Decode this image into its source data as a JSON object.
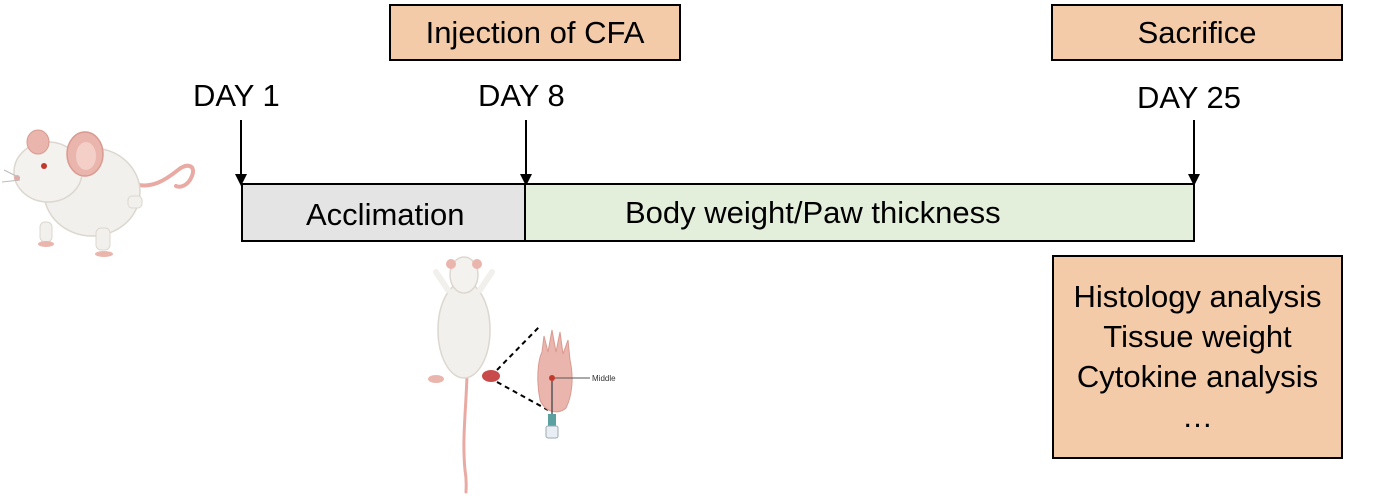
{
  "events": {
    "injection": "Injection of CFA",
    "sacrifice": "Sacrifice"
  },
  "days": {
    "day1": "DAY 1",
    "day8": "DAY 8",
    "day25": "DAY 25"
  },
  "phases": {
    "acclimation": "Acclimation",
    "measurement": "Body weight/Paw thickness"
  },
  "analyses": [
    "Histology analysis",
    "Tissue weight",
    "Cytokine analysis",
    "…"
  ],
  "illustration": {
    "paw_label": "Middle"
  },
  "colors": {
    "peach": "#f4cba9",
    "acclimation_fill": "#e4e4e4",
    "measurement_fill": "#e3efdb"
  }
}
